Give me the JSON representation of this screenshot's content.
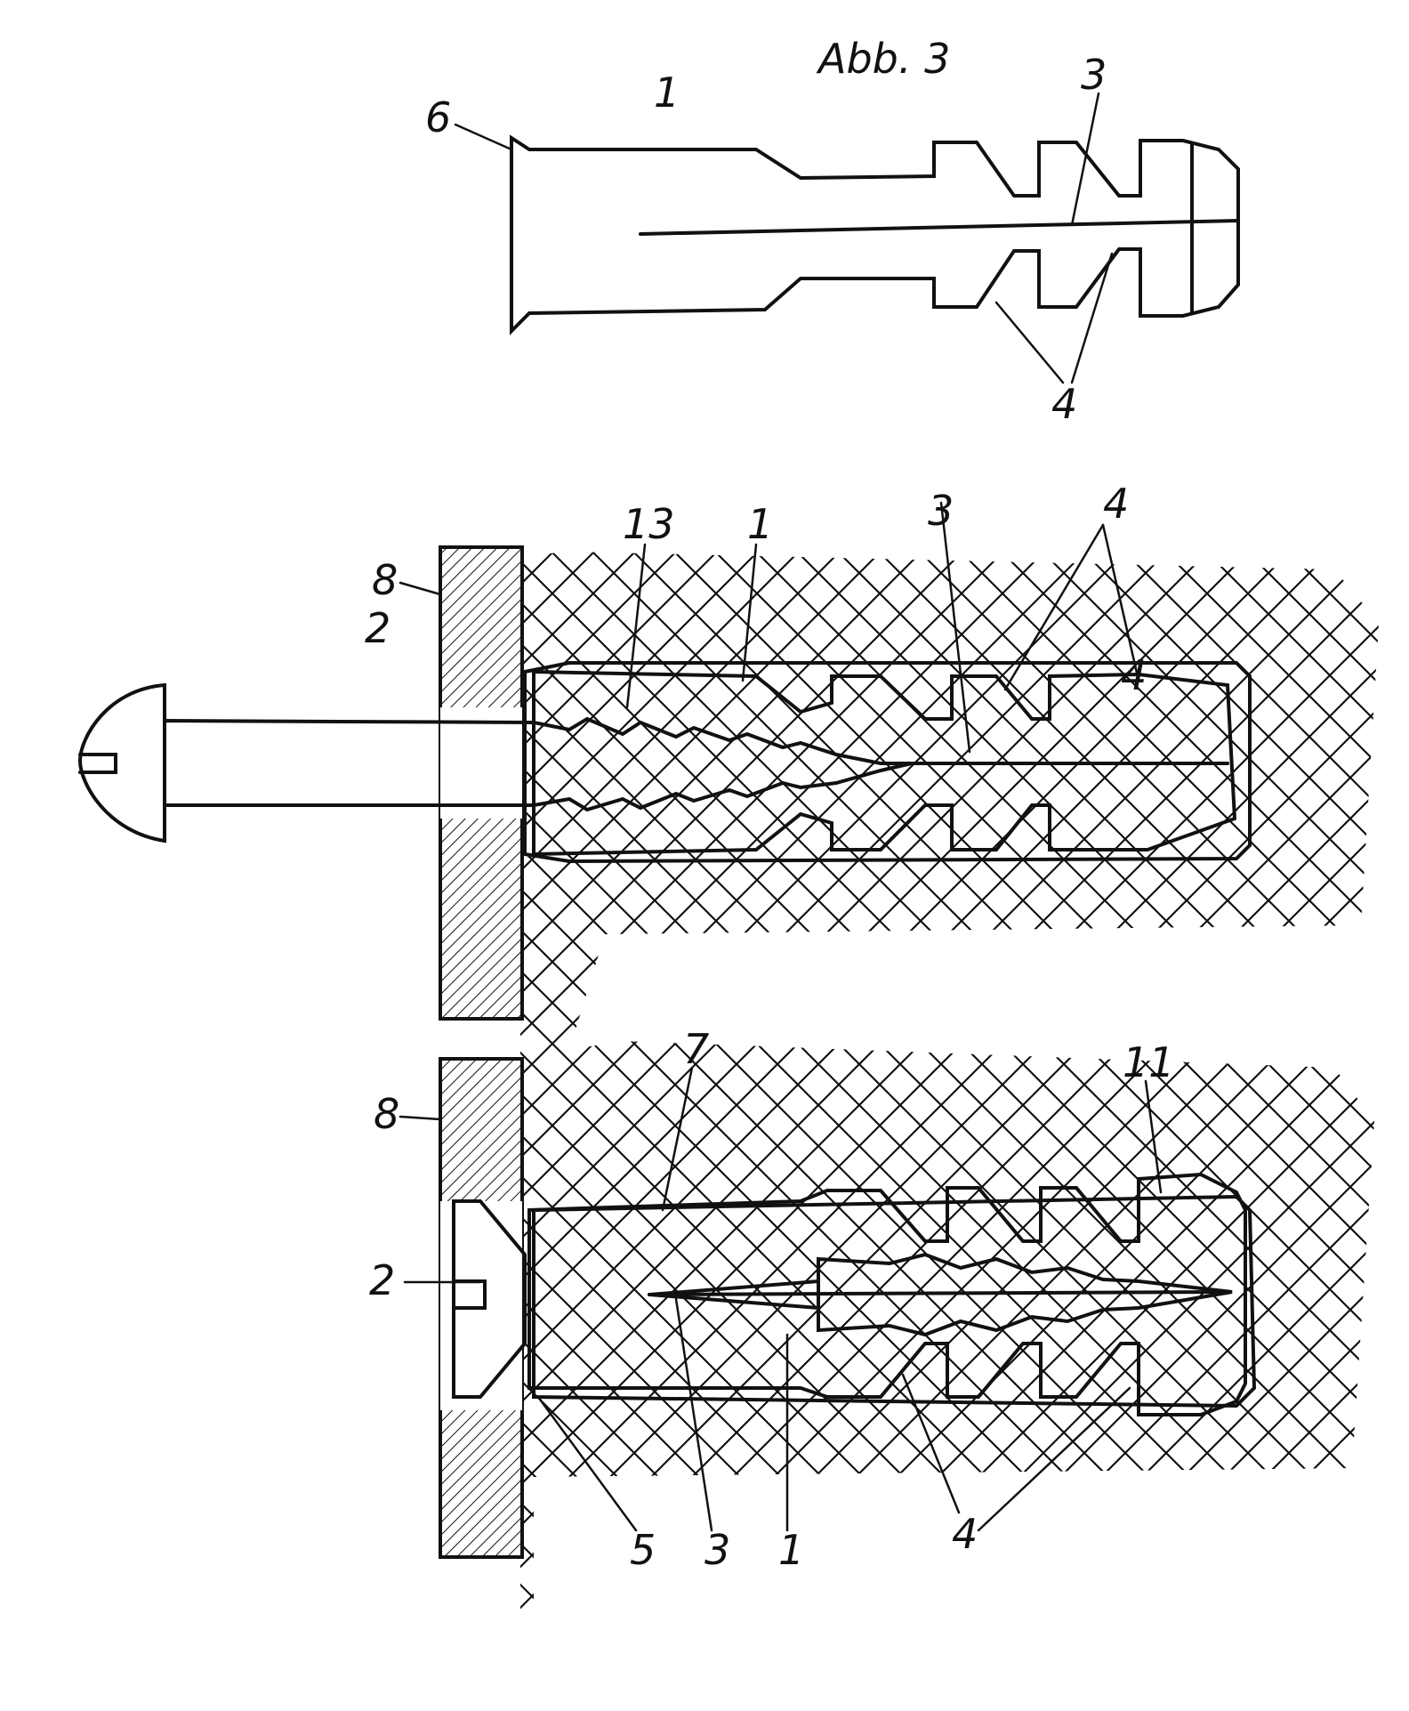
{
  "figure": {
    "title": "Abb. 3"
  },
  "top_view": {
    "labels": {
      "collar": "6",
      "body": "1",
      "slot": "3",
      "ribs": "4"
    }
  },
  "middle_view": {
    "labels": {
      "plate": "8",
      "screw": "2",
      "cavity": "13",
      "body": "1",
      "slot": "3",
      "ribs_a": "4",
      "ribs_b": "4"
    }
  },
  "bottom_view": {
    "labels": {
      "plate": "8",
      "screw": "2",
      "collar_edge": "7",
      "tip": "11",
      "lip": "5",
      "slot": "3",
      "body": "1",
      "ribs": "4"
    }
  },
  "colors": {
    "ink": "#111111",
    "paper": "#ffffff"
  }
}
